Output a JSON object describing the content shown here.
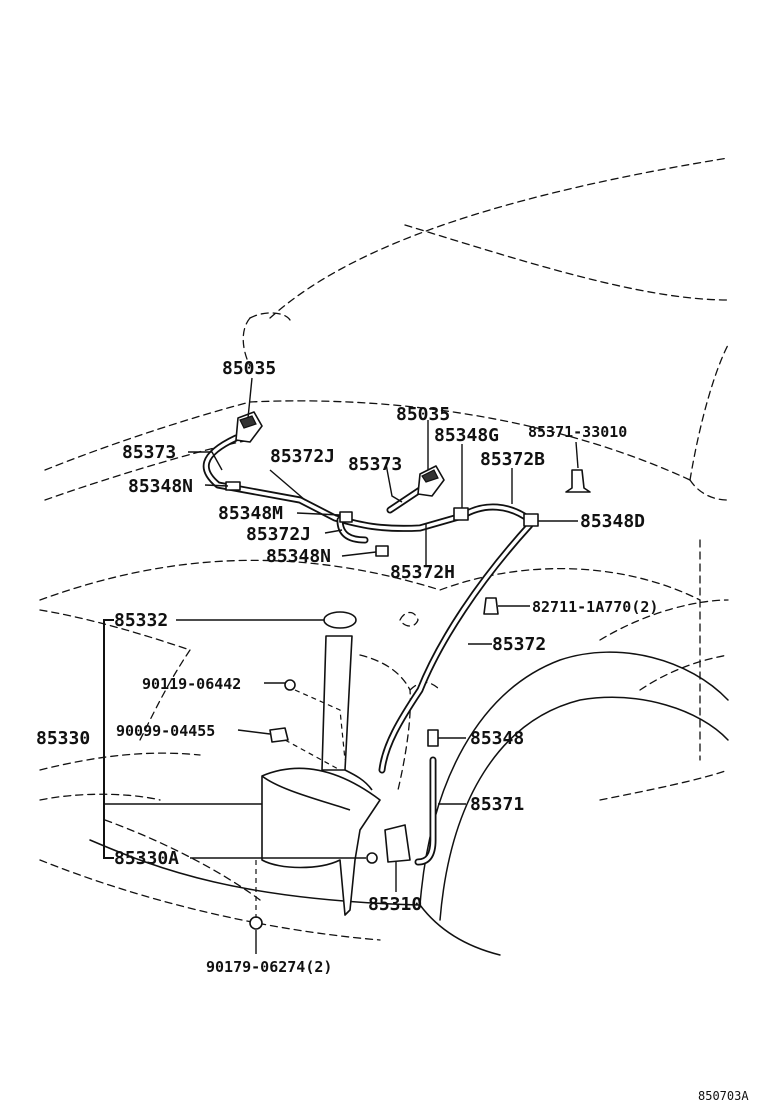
{
  "labels": {
    "nozzle_left": "85035",
    "nozzle_right": "85035",
    "hose_left": "85373",
    "hose_center": "85373",
    "joint_n_left": "85348N",
    "hose_j_top": "85372J",
    "joint_m": "85348M",
    "hose_j_mid": "85372J",
    "joint_n_low": "85348N",
    "hose_h": "85372H",
    "joint_g": "85348G",
    "hose_b": "85372B",
    "clip_top": "85371-33010",
    "joint_d": "85348D",
    "clip_side": "82711-1A770(2)",
    "main_hose": "85372",
    "inlet": "85332",
    "bolt_a": "90119-06442",
    "grommet": "90099-04455",
    "tank_assy": "85330",
    "joint_plain": "85348",
    "hose_lower": "85371",
    "tank_a": "85330A",
    "pump": "85310",
    "nut": "90179-06274(2)",
    "figure_code": "850703A"
  }
}
